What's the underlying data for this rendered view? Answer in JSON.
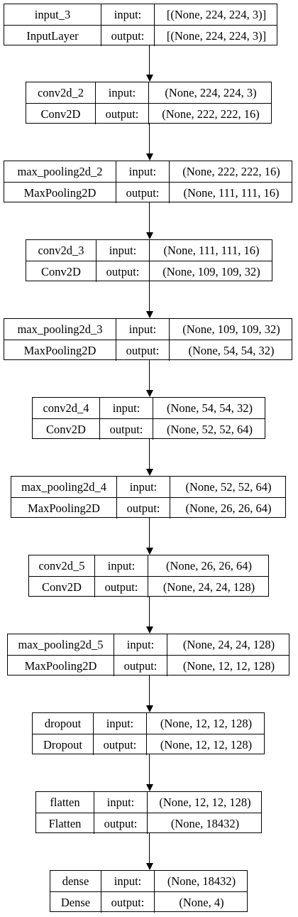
{
  "nodes": [
    {
      "name": "input_3",
      "type": "InputLayer",
      "input_label": "input:",
      "output_label": "output:",
      "input_shape": "[(None, 224, 224, 3)]",
      "output_shape": "[(None, 224, 224, 3)]"
    },
    {
      "name": "conv2d_2",
      "type": "Conv2D",
      "input_label": "input:",
      "output_label": "output:",
      "input_shape": "(None, 224, 224, 3)",
      "output_shape": "(None, 222, 222, 16)"
    },
    {
      "name": "max_pooling2d_2",
      "type": "MaxPooling2D",
      "input_label": "input:",
      "output_label": "output:",
      "input_shape": "(None, 222, 222, 16)",
      "output_shape": "(None, 111, 111, 16)"
    },
    {
      "name": "conv2d_3",
      "type": "Conv2D",
      "input_label": "input:",
      "output_label": "output:",
      "input_shape": "(None, 111, 111, 16)",
      "output_shape": "(None, 109, 109, 32)"
    },
    {
      "name": "max_pooling2d_3",
      "type": "MaxPooling2D",
      "input_label": "input:",
      "output_label": "output:",
      "input_shape": "(None, 109, 109, 32)",
      "output_shape": "(None, 54, 54, 32)"
    },
    {
      "name": "conv2d_4",
      "type": "Conv2D",
      "input_label": "input:",
      "output_label": "output:",
      "input_shape": "(None, 54, 54, 32)",
      "output_shape": "(None, 52, 52, 64)"
    },
    {
      "name": "max_pooling2d_4",
      "type": "MaxPooling2D",
      "input_label": "input:",
      "output_label": "output:",
      "input_shape": "(None, 52, 52, 64)",
      "output_shape": "(None, 26, 26, 64)"
    },
    {
      "name": "conv2d_5",
      "type": "Conv2D",
      "input_label": "input:",
      "output_label": "output:",
      "input_shape": "(None, 26, 26, 64)",
      "output_shape": "(None, 24, 24, 128)"
    },
    {
      "name": "max_pooling2d_5",
      "type": "MaxPooling2D",
      "input_label": "input:",
      "output_label": "output:",
      "input_shape": "(None, 24, 24, 128)",
      "output_shape": "(None, 12, 12, 128)"
    },
    {
      "name": "dropout",
      "type": "Dropout",
      "input_label": "input:",
      "output_label": "output:",
      "input_shape": "(None, 12, 12, 128)",
      "output_shape": "(None, 12, 12, 128)"
    },
    {
      "name": "flatten",
      "type": "Flatten",
      "input_label": "input:",
      "output_label": "output:",
      "input_shape": "(None, 12, 12, 128)",
      "output_shape": "(None, 18432)"
    },
    {
      "name": "dense",
      "type": "Dense",
      "input_label": "input:",
      "output_label": "output:",
      "input_shape": "(None, 18432)",
      "output_shape": "(None, 4)"
    }
  ]
}
